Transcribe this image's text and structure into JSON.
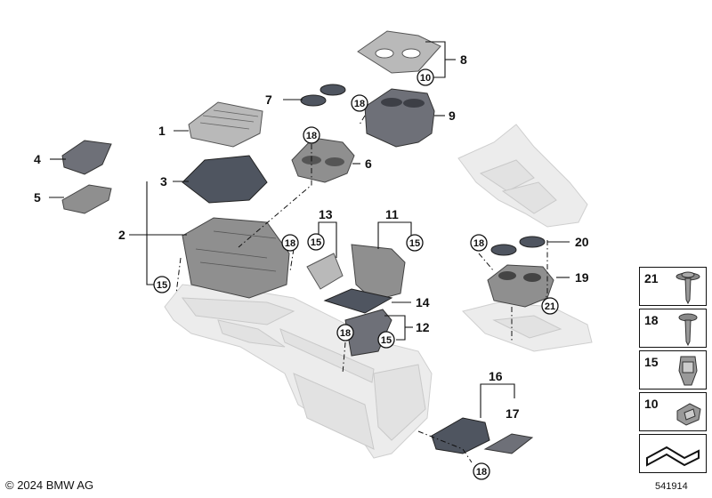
{
  "callouts": {
    "c1": "1",
    "c2": "2",
    "c3": "3",
    "c4": "4",
    "c5": "5",
    "c6": "6",
    "c7": "7",
    "c8": "8",
    "c9": "9",
    "c11": "11",
    "c12": "12",
    "c13": "13",
    "c14": "14",
    "c16": "16",
    "c17": "17",
    "c19": "19",
    "c20": "20"
  },
  "circled": {
    "r10": "10",
    "r18": "18",
    "r15": "15",
    "r21": "21"
  },
  "legend": [
    {
      "number": "21",
      "icon": "screw-washer-icon"
    },
    {
      "number": "18",
      "icon": "screw-icon"
    },
    {
      "number": "15",
      "icon": "clip-nut-icon"
    },
    {
      "number": "10",
      "icon": "clip-icon"
    }
  ],
  "footer": {
    "copyright": "© 2024 BMW AG",
    "diagram_id": "541914"
  },
  "colors": {
    "line": "#111111",
    "ghost_part": "#ececec",
    "part_grey": "#8f8f8f",
    "part_dark": "#4f5560"
  }
}
